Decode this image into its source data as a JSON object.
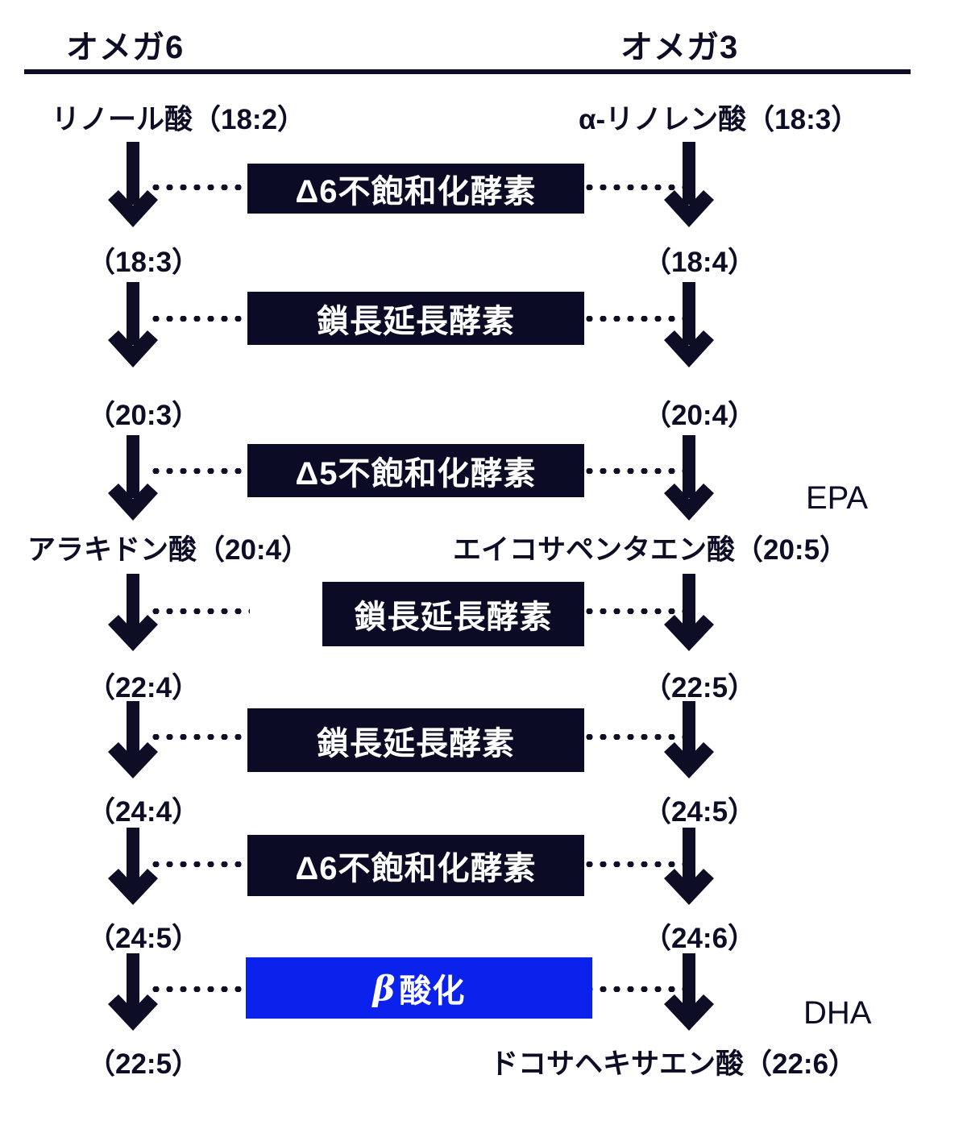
{
  "diagram": {
    "title_omega6": "オメガ6",
    "title_omega3": "オメガ3",
    "accent_navy": "#0b0b26",
    "accent_blue": "#0a22ec",
    "text_color": "#0d0d26",
    "background": "#ffffff"
  },
  "columns": [
    {
      "key": "omega6",
      "header": "オメガ6"
    },
    {
      "key": "omega3",
      "header": "オメガ3"
    }
  ],
  "omega6": {
    "nodes": [
      {
        "label": "リノール酸（18:2）"
      },
      {
        "label": "（18:3）"
      },
      {
        "label": "（20:3）"
      },
      {
        "label": "アラキドン酸（20:4）"
      },
      {
        "label": "（22:4）"
      },
      {
        "label": "（24:4）"
      },
      {
        "label": "（24:5）"
      },
      {
        "label": "（22:5）"
      }
    ]
  },
  "omega3": {
    "nodes": [
      {
        "label": "α-リノレン酸（18:3）"
      },
      {
        "label": "（18:4）"
      },
      {
        "label": "（20:4）"
      },
      {
        "label": "エイコサペンタエン酸（20:5）"
      },
      {
        "label": "（22:5）"
      },
      {
        "label": "（24:5）"
      },
      {
        "label": "（24:6）"
      },
      {
        "label": "ドコサヘキサエン酸（22:6）"
      }
    ],
    "annotations": [
      {
        "key": "epa",
        "label": "EPA"
      },
      {
        "key": "dha",
        "label": "DHA"
      }
    ]
  },
  "enzymes": [
    {
      "step": 1,
      "label": "Δ6不飽和化酵素",
      "style": "navy"
    },
    {
      "step": 2,
      "label": "鎖長延長酵素",
      "style": "navy"
    },
    {
      "step": 3,
      "label": "Δ5不飽和化酵素",
      "style": "navy"
    },
    {
      "step": 4,
      "label": "鎖長延長酵素",
      "style": "navy"
    },
    {
      "step": 5,
      "label": "鎖長延長酵素",
      "style": "navy"
    },
    {
      "step": 6,
      "label": "Δ6不飽和化酵素",
      "style": "navy"
    },
    {
      "step": 7,
      "label_prefix": "β",
      "label_suffix": "酸化",
      "style": "blue"
    }
  ]
}
